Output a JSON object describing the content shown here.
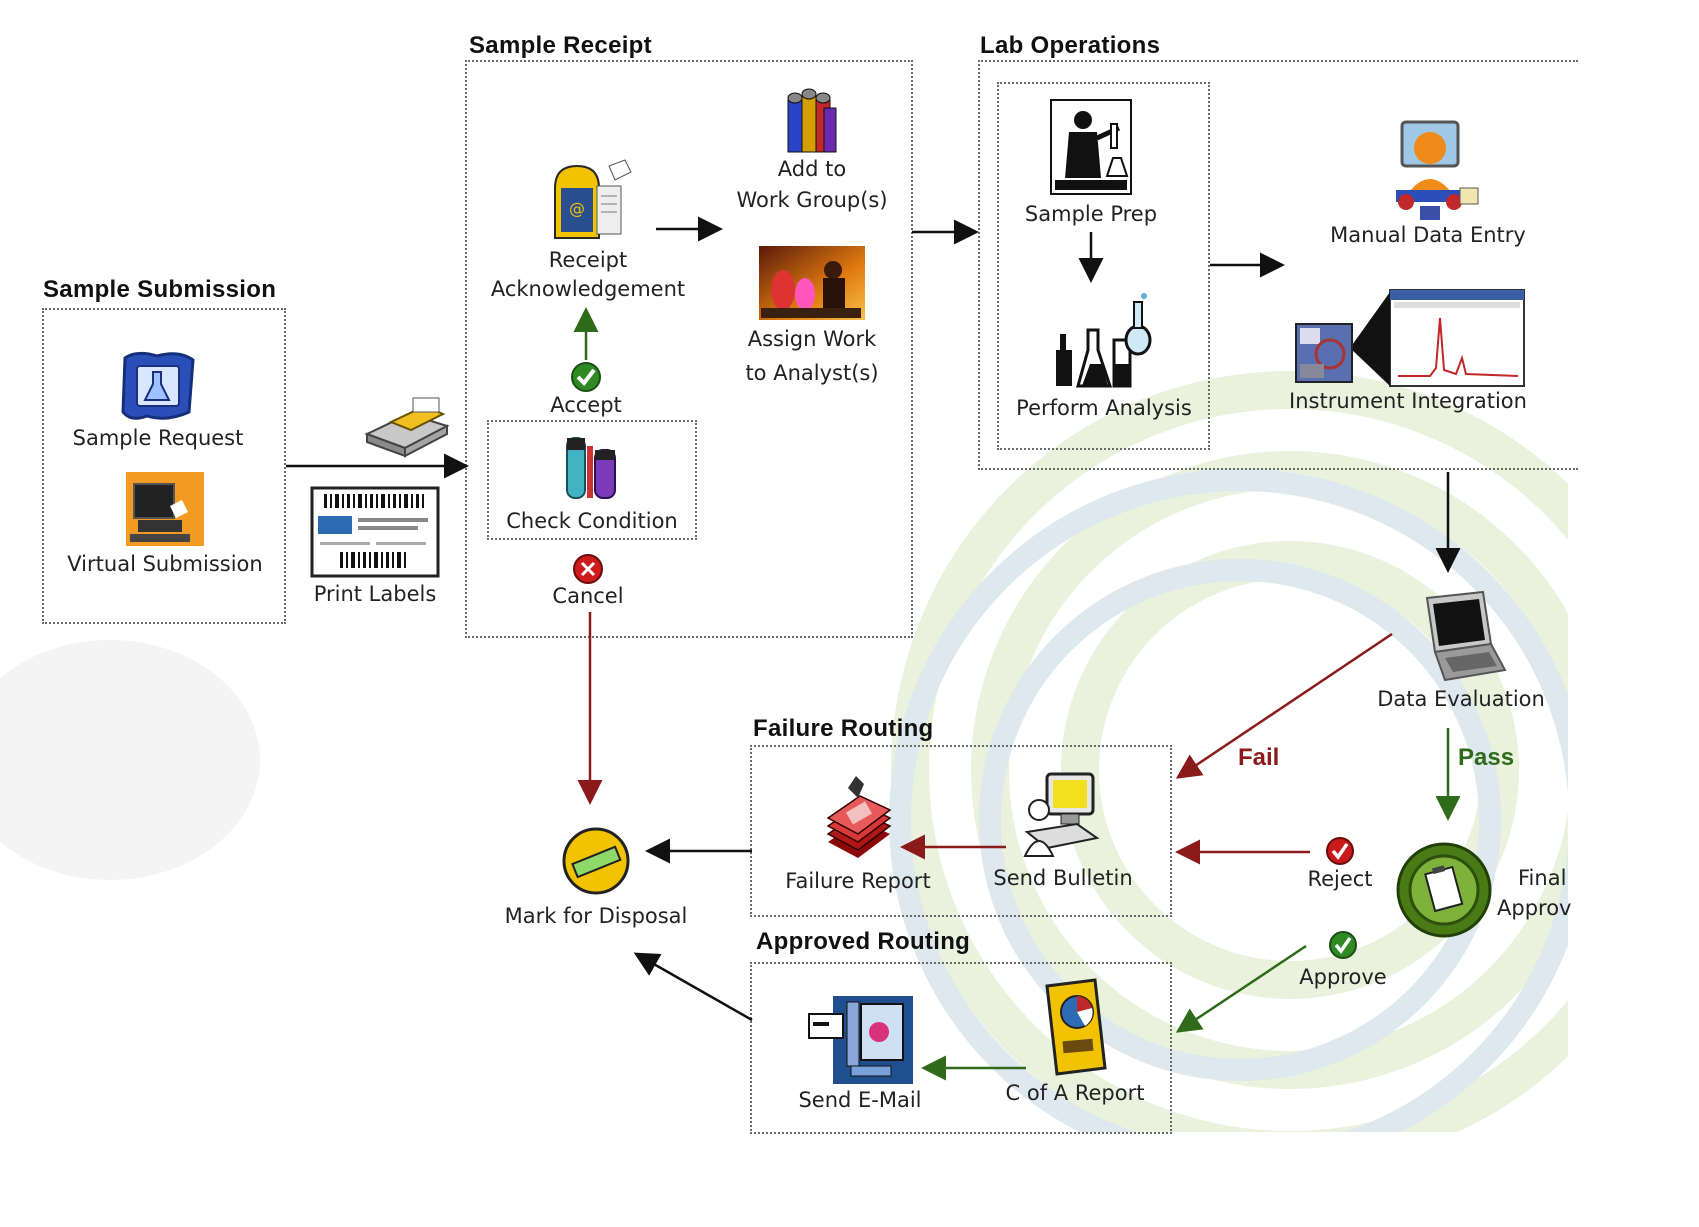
{
  "colors": {
    "fail": "#8b1a1a",
    "pass": "#2f6b1a",
    "arrow": "#111111",
    "accent_blue": "#2d6cb5",
    "accent_gold": "#f2c300",
    "watermark": "#e6efd2"
  },
  "groups": {
    "sample_submission": "Sample Submission",
    "sample_receipt": "Sample Receipt",
    "lab_operations": "Lab Operations",
    "failure_routing": "Failure Routing",
    "approved_routing": "Approved Routing"
  },
  "nodes": {
    "sample_request": {
      "label": "Sample Request",
      "icon": "flask-document-icon"
    },
    "virtual_submission": {
      "label": "Virtual Submission",
      "icon": "computer-terminal-icon"
    },
    "printer": {
      "label": "",
      "icon": "label-printer-icon"
    },
    "print_labels": {
      "label": "Print Labels",
      "icon": "barcode-label-icon"
    },
    "receipt_ack": {
      "label": [
        "Receipt",
        "Acknowledgement"
      ],
      "icon": "mailbox-icon"
    },
    "accept": {
      "label": "Accept",
      "icon": "check-circle-icon"
    },
    "check_condition": {
      "label": "Check Condition",
      "icon": "test-tubes-icon"
    },
    "cancel": {
      "label": "Cancel",
      "icon": "cancel-circle-icon"
    },
    "add_work_group": {
      "label": [
        "Add to",
        "Work Group(s)"
      ],
      "icon": "crayon-bottles-icon"
    },
    "assign_work": {
      "label": [
        "Assign Work",
        "to Analyst(s)"
      ],
      "icon": "lab-photo-icon"
    },
    "sample_prep": {
      "label": "Sample Prep",
      "icon": "scientist-icon"
    },
    "perform_analysis": {
      "label": "Perform Analysis",
      "icon": "lab-glassware-icon"
    },
    "manual_data_entry": {
      "label": "Manual Data Entry",
      "icon": "data-entry-person-icon"
    },
    "instrument_integration": {
      "label": "Instrument Integration",
      "icon": "chromatogram-icon"
    },
    "data_evaluation": {
      "label": "Data Evaluation",
      "icon": "laptop-icon"
    },
    "final_approval": {
      "label": [
        "Final",
        "Approv"
      ],
      "icon": "clipboard-seal-icon"
    },
    "reject": {
      "label": "Reject",
      "icon": "reject-check-icon"
    },
    "approve": {
      "label": "Approve",
      "icon": "approve-check-icon"
    },
    "send_bulletin": {
      "label": "Send Bulletin",
      "icon": "computer-user-icon"
    },
    "failure_report": {
      "label": "Failure Report",
      "icon": "red-report-stack-icon"
    },
    "mark_disposal": {
      "label": "Mark for Disposal",
      "icon": "disposal-badge-icon"
    },
    "cofa_report": {
      "label": "C of A Report",
      "icon": "pie-chart-document-icon"
    },
    "send_email": {
      "label": "Send E-Mail",
      "icon": "email-computer-icon"
    }
  },
  "edge_labels": {
    "fail": "Fail",
    "pass": "Pass"
  }
}
